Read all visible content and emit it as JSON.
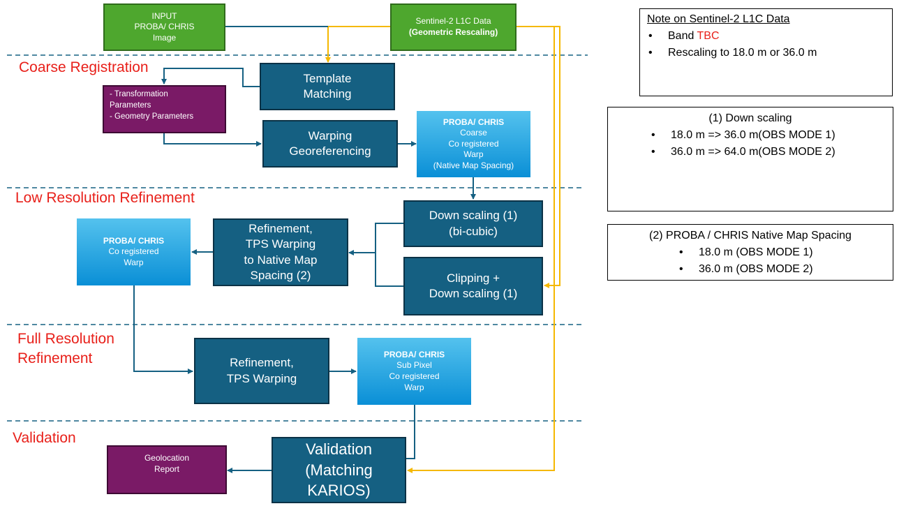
{
  "colors": {
    "section_label": "#e8201a",
    "connector_blue": "#156082",
    "connector_yellow": "#f5b800",
    "divider": "#156082"
  },
  "sections": {
    "coarse": "Coarse Registration",
    "low": "Low Resolution Refinement",
    "full_1": "Full Resolution",
    "full_2": "Refinement",
    "validation": "Validation"
  },
  "boxes": {
    "input": [
      "INPUT",
      "PROBA/ CHRIS",
      "Image"
    ],
    "sentinel": [
      "Sentinel-2 L1C Data",
      "(Geometric Rescaling)"
    ],
    "template": [
      "Template",
      "Matching"
    ],
    "params": [
      "- Transformation",
      "Parameters",
      "- Geometry Parameters"
    ],
    "warping": [
      "Warping",
      "Georeferencing"
    ],
    "coarse_warp": [
      "PROBA/ CHRIS",
      "Coarse",
      "Co registered",
      "Warp",
      "(Native Map Spacing)"
    ],
    "downscale": [
      "Down scaling (1)",
      "(bi-cubic)"
    ],
    "clip": [
      "Clipping +",
      "Down scaling (1)"
    ],
    "refine_tps": [
      "Refinement,",
      "TPS Warping",
      "to Native Map",
      "Spacing (2)"
    ],
    "lowres_warp": [
      "PROBA/ CHRIS",
      "Co registered",
      "Warp"
    ],
    "full_tps": [
      "Refinement,",
      "TPS Warping"
    ],
    "subpixel_warp": [
      "PROBA/ CHRIS",
      "Sub Pixel",
      "Co registered",
      "Warp"
    ],
    "validation": [
      "Validation",
      "(Matching",
      "KARIOS)"
    ],
    "report": [
      "Geolocation",
      "Report"
    ]
  },
  "notes": {
    "sentinel": {
      "title": "Note on Sentinel-2 L1C Data",
      "band_label": "Band",
      "band_value": "TBC",
      "rescaling": "Rescaling to 18.0 m or 36.0 m"
    },
    "downscaling": {
      "title": "(1) Down scaling",
      "items": [
        "18.0 m => 36.0 m(OBS MODE 1)",
        "36.0 m => 64.0 m(OBS MODE 2)"
      ]
    },
    "native": {
      "title": "(2) PROBA / CHRIS Native Map Spacing",
      "items": [
        "18.0 m (OBS MODE 1)",
        "36.0 m (OBS MODE 2)"
      ]
    }
  }
}
